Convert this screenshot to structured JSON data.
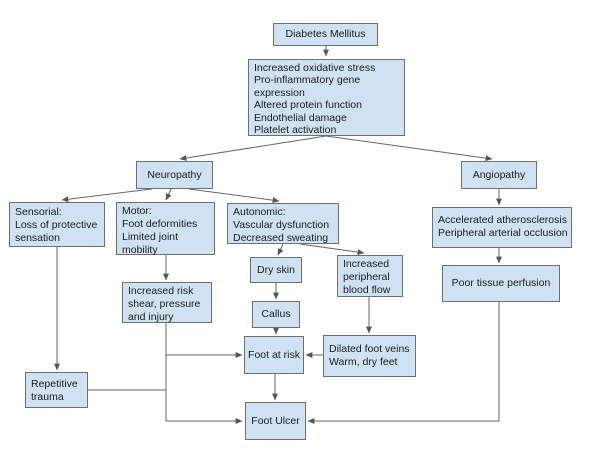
{
  "diagram": {
    "type": "flowchart",
    "topic": "Pathway from Diabetes Mellitus to Foot Ulcer",
    "colors": {
      "node_fill": "#cfe2f3",
      "node_border": "#6f6f6f",
      "connector": "#666666",
      "text": "#1c1c1c",
      "background": "#ffffff"
    },
    "nodes": {
      "diabetes": {
        "text": "Diabetes Mellitus"
      },
      "mechanisms": {
        "text": "Increased oxidative stress\nPro-inflammatory gene\nexpression\nAltered protein function\nEndothelial damage\nPlatelet activation"
      },
      "neuropathy": {
        "text": "Neuropathy"
      },
      "angiopathy": {
        "text": "Angiopathy"
      },
      "sensorial": {
        "text": "Sensorial:\nLoss of protective\nsensation"
      },
      "motor": {
        "text": "Motor:\nFoot deformities\nLimited joint\nmobility"
      },
      "autonomic": {
        "text": "Autonomic:\nVascular dysfunction\nDecreased sweating"
      },
      "atherosclerosis": {
        "text": "Accelerated atherosclerosis\nPeripheral arterial occlusion"
      },
      "perfusion": {
        "text": "Poor tissue perfusion"
      },
      "shear_risk": {
        "text": "Increased risk\nshear, pressure\nand injury"
      },
      "dry_skin": {
        "text": "Dry skin"
      },
      "callus": {
        "text": "Callus"
      },
      "blood_flow": {
        "text": "Increased\nperipheral\nblood flow"
      },
      "foot_at_risk": {
        "text": "Foot at risk"
      },
      "dilated_veins": {
        "text": "Dilated foot veins\nWarm, dry feet"
      },
      "repetitive_trauma": {
        "text": "Repetitive\ntrauma"
      },
      "foot_ulcer": {
        "text": "Foot Ulcer"
      }
    }
  }
}
